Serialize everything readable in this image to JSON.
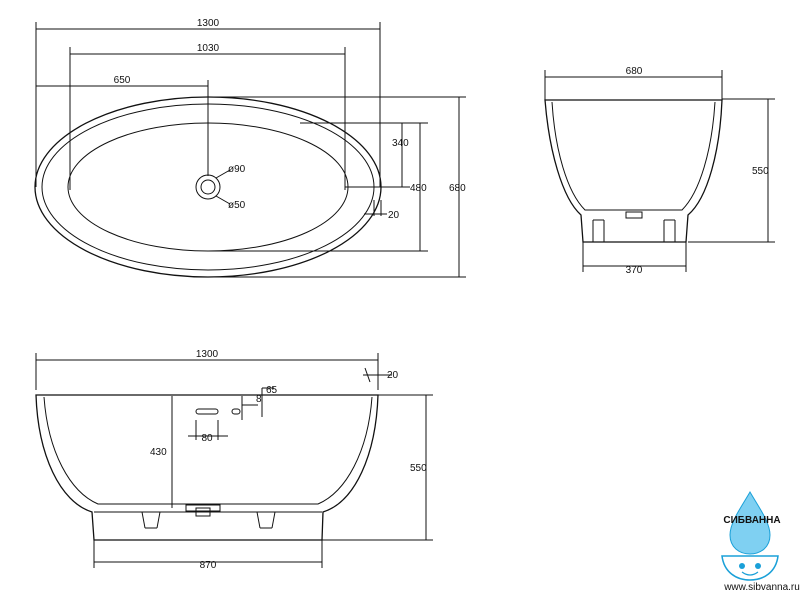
{
  "top_view": {
    "dims": {
      "overall_length": "1300",
      "inner_length": "1030",
      "drain_offset": "650",
      "inner_width_upper": "340",
      "inner_width": "480",
      "overall_width": "680",
      "rim": "20",
      "drain_outer": "ø90",
      "drain_inner": "ø50"
    }
  },
  "side_view": {
    "dims": {
      "width": "680",
      "height": "550",
      "base_width": "370"
    }
  },
  "front_view": {
    "dims": {
      "overall_length": "1300",
      "rim": "20",
      "overflow_offset": "65",
      "overflow_height": "8",
      "overflow_width": "80",
      "overflow_elevation": "430",
      "height": "550",
      "base_length": "870"
    }
  },
  "brand": {
    "name": "СИБВАННА",
    "url": "www.sibvanna.ru",
    "colors": {
      "primary": "#1aa0d8",
      "light": "#7fd0f2"
    }
  }
}
